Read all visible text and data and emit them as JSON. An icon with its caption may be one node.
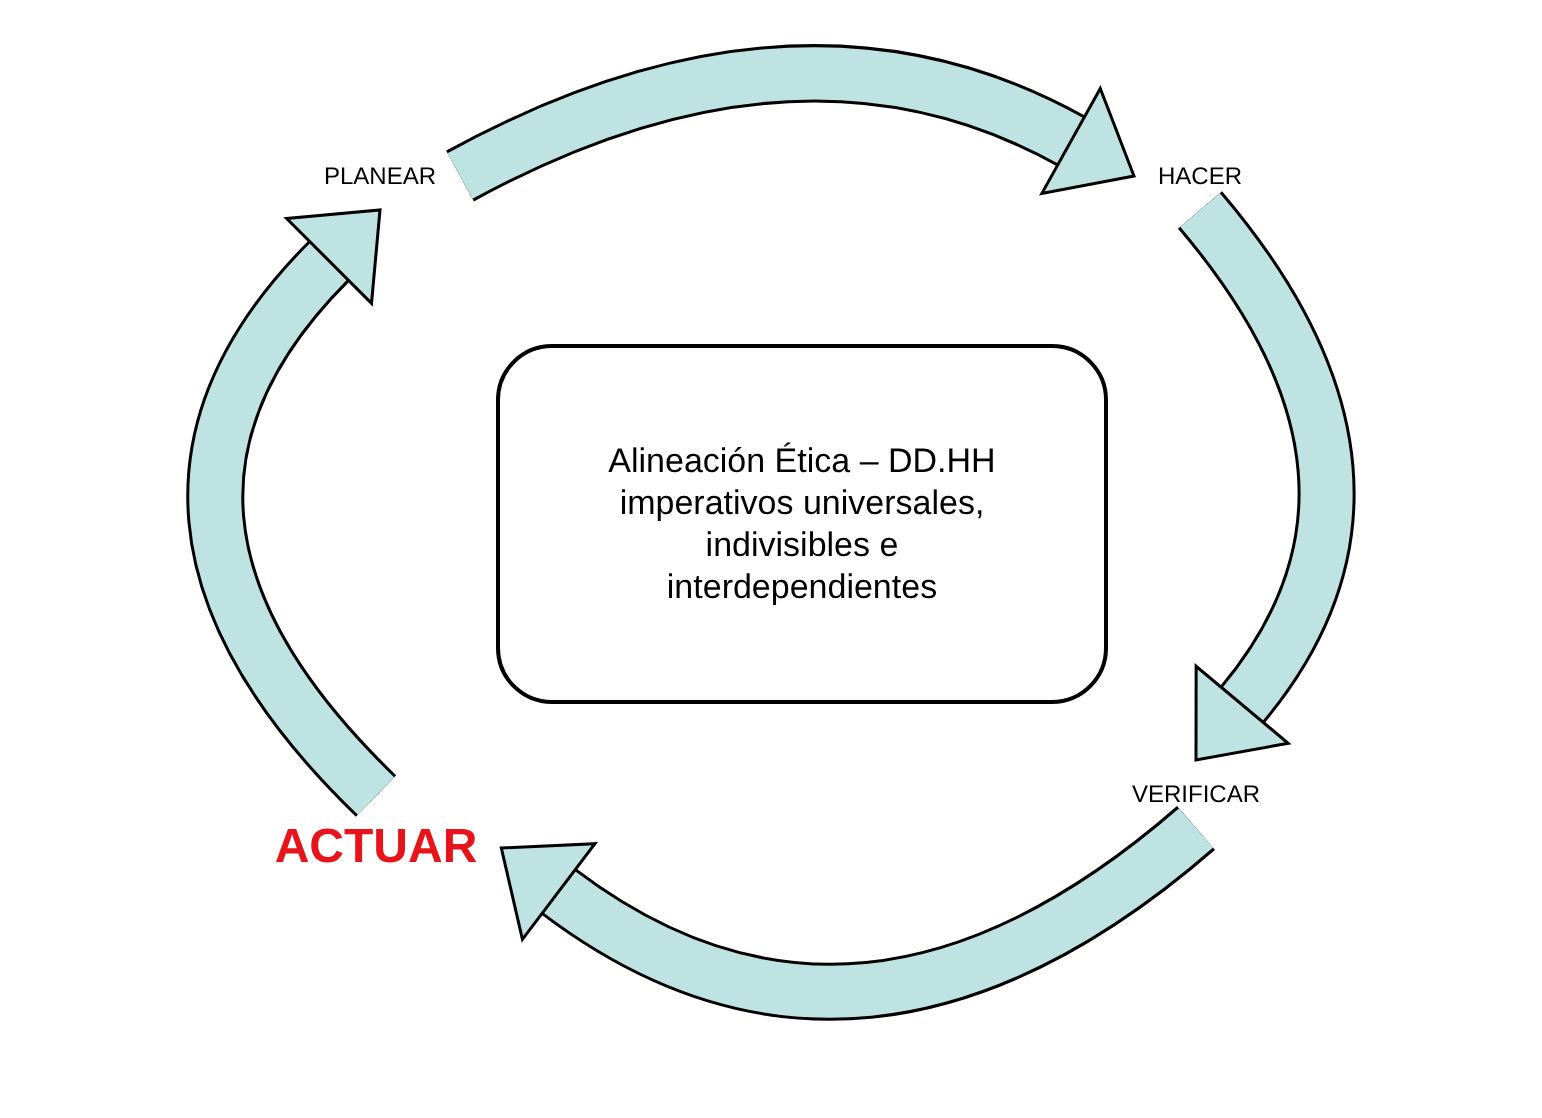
{
  "diagram": {
    "nodes": [
      {
        "text": [
          "PLANEAR"
        ]
      },
      {
        "text": [
          "HACER"
        ]
      },
      {
        "text": [
          "VERIFICAR"
        ]
      },
      {
        "text": [
          "ACTUAR"
        ]
      },
      {
        "text": [
          "Alineación Ética – DD.HH imperativos universales, indivisibles e interdependientes"
        ]
      }
    ],
    "edges": [
      {
        "from": 0,
        "to": 1,
        "arrow": "to"
      },
      {
        "from": 1,
        "to": 2,
        "arrow": "to"
      },
      {
        "from": 2,
        "to": 3,
        "arrow": "to"
      },
      {
        "from": 3,
        "to": 0,
        "arrow": "to"
      }
    ]
  }
}
